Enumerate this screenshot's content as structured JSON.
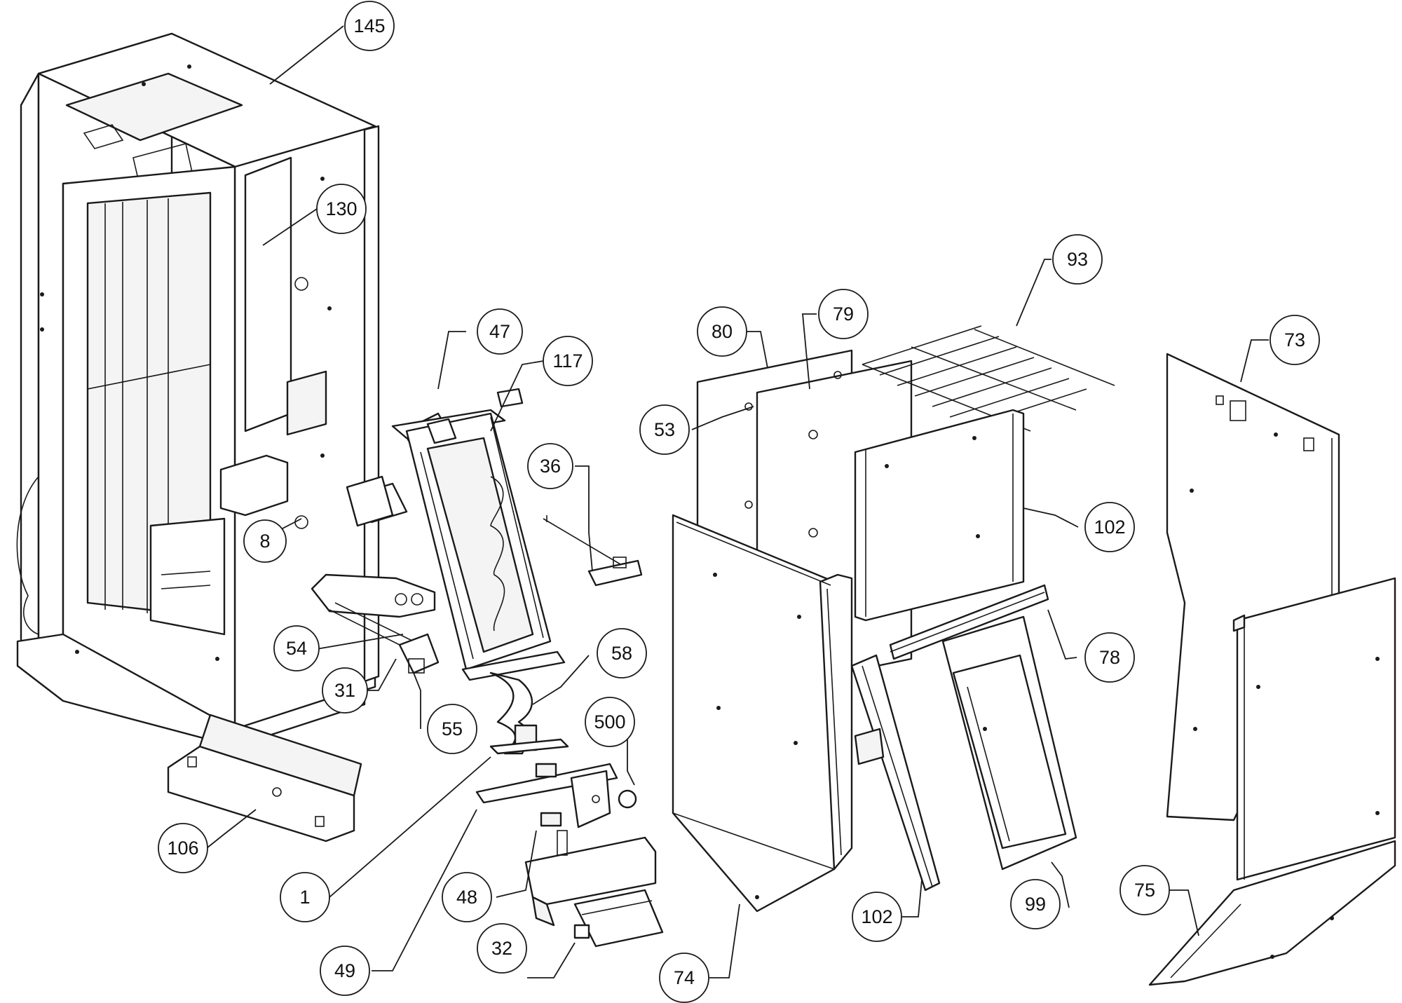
{
  "callouts": [
    {
      "id": "b145",
      "label": "145"
    },
    {
      "id": "b130",
      "label": "130"
    },
    {
      "id": "b8",
      "label": "8"
    },
    {
      "id": "b54",
      "label": "54"
    },
    {
      "id": "b31",
      "label": "31"
    },
    {
      "id": "b55",
      "label": "55"
    },
    {
      "id": "b106",
      "label": "106"
    },
    {
      "id": "b1",
      "label": "1"
    },
    {
      "id": "b47",
      "label": "47"
    },
    {
      "id": "b117",
      "label": "117"
    },
    {
      "id": "b36",
      "label": "36"
    },
    {
      "id": "b58",
      "label": "58"
    },
    {
      "id": "b500",
      "label": "500"
    },
    {
      "id": "b48",
      "label": "48"
    },
    {
      "id": "b49",
      "label": "49"
    },
    {
      "id": "b32",
      "label": "32"
    },
    {
      "id": "b80",
      "label": "80"
    },
    {
      "id": "b79",
      "label": "79"
    },
    {
      "id": "b53",
      "label": "53"
    },
    {
      "id": "b93",
      "label": "93"
    },
    {
      "id": "b102a",
      "label": "102"
    },
    {
      "id": "b78",
      "label": "78"
    },
    {
      "id": "b74",
      "label": "74"
    },
    {
      "id": "b102b",
      "label": "102"
    },
    {
      "id": "b99",
      "label": "99"
    },
    {
      "id": "b73",
      "label": "73"
    },
    {
      "id": "b75",
      "label": "75"
    }
  ]
}
